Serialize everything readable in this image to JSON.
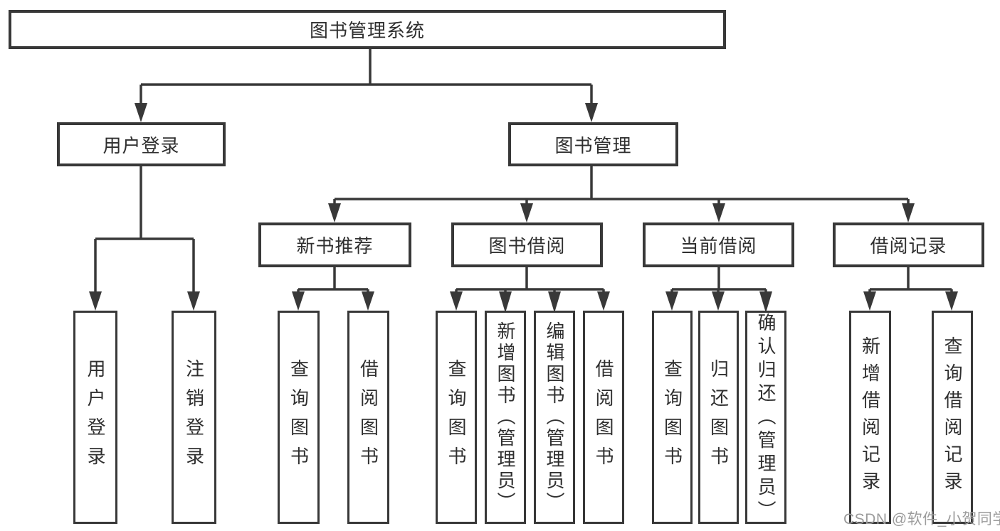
{
  "tree": {
    "label": "图书管理系统",
    "children": [
      {
        "label": "用户登录",
        "children": [
          {
            "label": "用户登录"
          },
          {
            "label": "注销登录"
          }
        ]
      },
      {
        "label": "图书管理",
        "children": [
          {
            "label": "新书推荐",
            "children": [
              {
                "label": "查询图书"
              },
              {
                "label": "借阅图书"
              }
            ]
          },
          {
            "label": "图书借阅",
            "children": [
              {
                "label": "查询图书"
              },
              {
                "label": "新增图书（管理员）"
              },
              {
                "label": "编辑图书（管理员）"
              },
              {
                "label": "借阅图书"
              }
            ]
          },
          {
            "label": "当前借阅",
            "children": [
              {
                "label": "查询图书"
              },
              {
                "label": "归还图书"
              },
              {
                "label": "确认归还（管理员）"
              }
            ]
          },
          {
            "label": "借阅记录",
            "children": [
              {
                "label": "新增借阅记录"
              },
              {
                "label": "查询借阅记录"
              }
            ]
          }
        ]
      }
    ]
  },
  "watermark": {
    "text": "CSDN @软件_小贺同学"
  },
  "colors": {
    "line": "#383838",
    "text": "#2f2f2f",
    "background": "#ffffff",
    "watermark": "#9c9c9c"
  }
}
